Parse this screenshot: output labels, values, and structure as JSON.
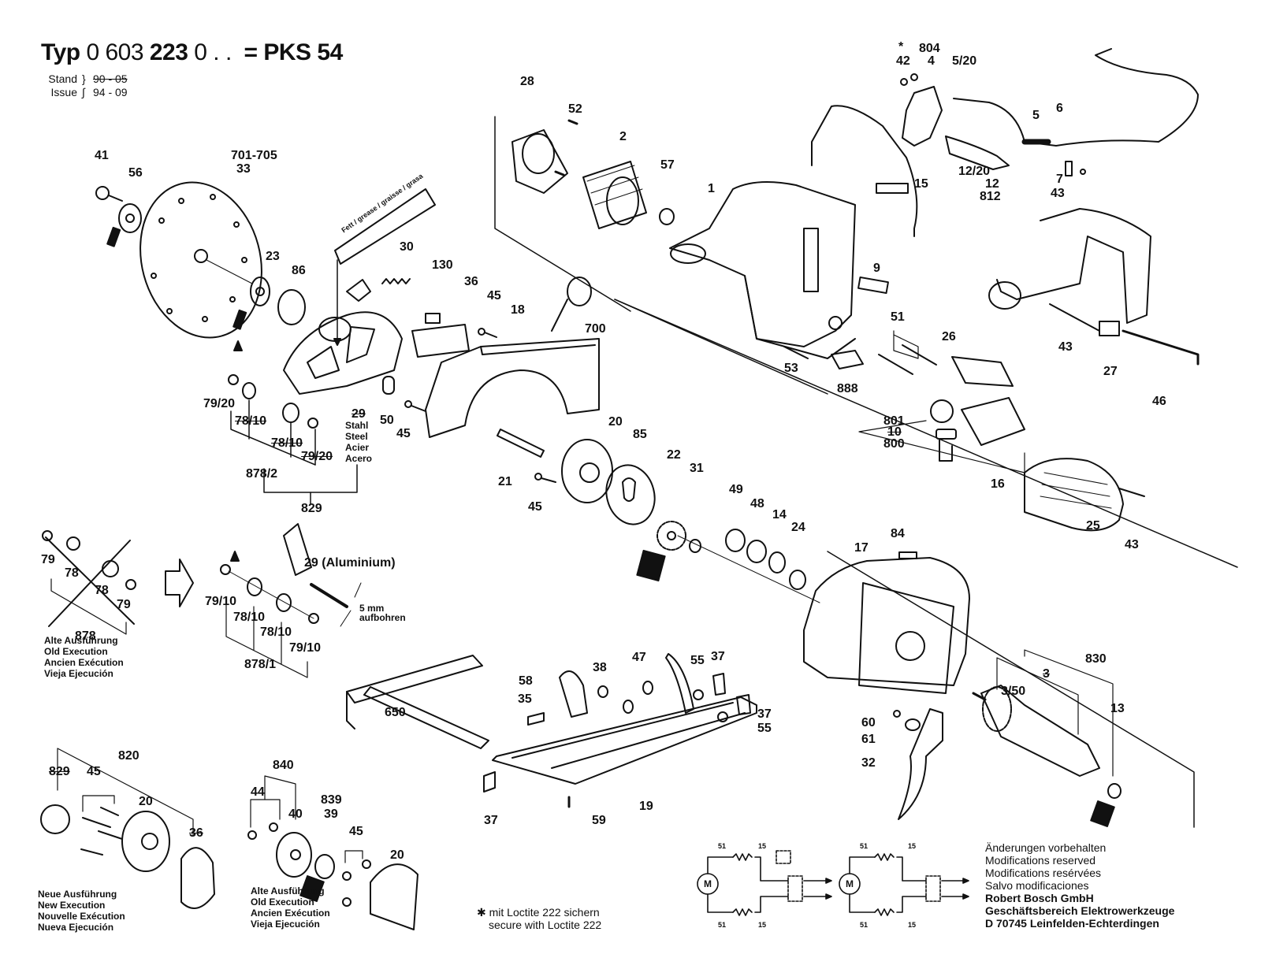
{
  "header": {
    "type_prefix": "Typ",
    "type_number_a": "0 603",
    "type_number_b": "223",
    "type_number_c": "0 . .",
    "equals": "=",
    "model": "PKS 54",
    "stand_label": "Stand",
    "issue_label": "Issue",
    "stand_value_old": "90 - 05",
    "issue_value": "94 - 09"
  },
  "parts": [
    {
      "id": "41"
    },
    {
      "id": "56"
    },
    {
      "id": "701-705"
    },
    {
      "id": "33"
    },
    {
      "id": "23"
    },
    {
      "id": "86"
    },
    {
      "id": "30"
    },
    {
      "id": "130"
    },
    {
      "id": "36"
    },
    {
      "id": "45"
    },
    {
      "id": "18"
    },
    {
      "id": "700"
    },
    {
      "id": "28"
    },
    {
      "id": "52"
    },
    {
      "id": "2"
    },
    {
      "id": "57"
    },
    {
      "id": "1"
    },
    {
      "id": "42"
    },
    {
      "id": "804"
    },
    {
      "id": "4"
    },
    {
      "id": "5/20"
    },
    {
      "id": "5"
    },
    {
      "id": "6"
    },
    {
      "id": "15"
    },
    {
      "id": "12/20"
    },
    {
      "id": "12"
    },
    {
      "id": "812"
    },
    {
      "id": "7"
    },
    {
      "id": "43"
    },
    {
      "id": "9"
    },
    {
      "id": "51"
    },
    {
      "id": "26"
    },
    {
      "id": "53"
    },
    {
      "id": "888"
    },
    {
      "id": "27"
    },
    {
      "id": "46"
    },
    {
      "id": "801"
    },
    {
      "id": "10"
    },
    {
      "id": "800"
    },
    {
      "id": "16"
    },
    {
      "id": "25"
    },
    {
      "id": "79/20"
    },
    {
      "id": "78/10"
    },
    {
      "id": "29"
    },
    {
      "id": "878/2"
    },
    {
      "id": "829"
    },
    {
      "id": "50"
    },
    {
      "id": "21"
    },
    {
      "id": "20"
    },
    {
      "id": "85"
    },
    {
      "id": "22"
    },
    {
      "id": "31"
    },
    {
      "id": "49"
    },
    {
      "id": "48"
    },
    {
      "id": "14"
    },
    {
      "id": "24"
    },
    {
      "id": "17"
    },
    {
      "id": "84"
    },
    {
      "id": "79"
    },
    {
      "id": "78"
    },
    {
      "id": "878"
    },
    {
      "id": "79/10"
    },
    {
      "id": "878/1"
    },
    {
      "id": "650"
    },
    {
      "id": "58"
    },
    {
      "id": "35"
    },
    {
      "id": "38"
    },
    {
      "id": "47"
    },
    {
      "id": "55"
    },
    {
      "id": "37"
    },
    {
      "id": "19"
    },
    {
      "id": "59"
    },
    {
      "id": "60"
    },
    {
      "id": "61"
    },
    {
      "id": "32"
    },
    {
      "id": "830"
    },
    {
      "id": "3"
    },
    {
      "id": "3/50"
    },
    {
      "id": "13"
    },
    {
      "id": "820"
    },
    {
      "id": "840"
    },
    {
      "id": "44"
    },
    {
      "id": "40"
    },
    {
      "id": "839"
    },
    {
      "id": "39"
    }
  ],
  "labels": {
    "grease_tube": "Fett / grease / graisse / grasa",
    "aluminium_note": "29 (Aluminium)",
    "drill_note_1": "5 mm",
    "drill_note_2": "aufbohren",
    "steel_29": "29",
    "steel_lines": [
      "Stahl",
      "Steel",
      "Acier",
      "Acero"
    ],
    "loctite_star": "*"
  },
  "captions": {
    "old_execution": [
      "Alte Ausführung",
      "Old Execution",
      "Ancien Exécution",
      "Vieja Ejecución"
    ],
    "new_execution": [
      "Neue Ausführung",
      "New Execution",
      "Nouvelle Exécution",
      "Nueva Ejecución"
    ],
    "old_execution_2": [
      "Alte Ausführung",
      "Old Execution",
      "Ancien Exécution",
      "Vieja Ejecución"
    ]
  },
  "notes": {
    "loctite_de": "✱ mit Loctite 222 sichern",
    "loctite_en": "secure with Loctite 222"
  },
  "schematic": {
    "motor_symbol": "M",
    "terminal_top_a": "51",
    "terminal_top_b": "15",
    "terminal_bottom_a": "51",
    "terminal_bottom_b": "15"
  },
  "footer": {
    "lines": [
      "Änderungen vorbehalten",
      "Modifications reserved",
      "Modifications resérvées",
      "Salvo modificaciones"
    ],
    "company": "Robert Bosch GmbH",
    "division": "Geschäftsbereich Elektrowerkzeuge",
    "address": "D 70745 Leinfelden-Echterdingen"
  }
}
